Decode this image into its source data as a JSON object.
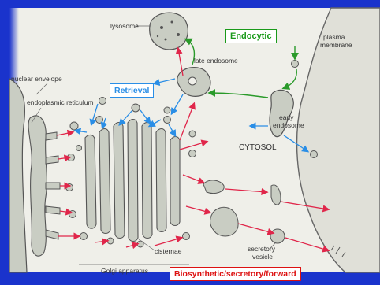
{
  "pathway_tags": {
    "endocytic": "Endocytic",
    "retrieval": "Retrieval",
    "biosynthetic": "Biosynthetic/secretory/forward"
  },
  "labels": {
    "lysosome": "lysosome",
    "late_endosome": "late endosome",
    "plasma_membrane_1": "plasma",
    "plasma_membrane_2": "membrane",
    "nuclear_envelope": "nuclear envelope",
    "endoplasmic_reticulum": "endoplasmic reticulum",
    "early_endosome_1": "early",
    "early_endosome_2": "endosome",
    "cytosol": "CYTOSOL",
    "cisternae": "cisternae",
    "golgi_apparatus": "Golgi apparatus",
    "secretory_vesicle_1": "secretory",
    "secretory_vesicle_2": "vesicle"
  },
  "colors": {
    "background": "#1a33cc",
    "panel": "#efefe9",
    "organelle_fill": "#c9cdc3",
    "organelle_stroke": "#555555",
    "endocytic_arrow": "#2a9a2a",
    "retrieval_arrow": "#2a8ee6",
    "forward_arrow": "#e0264a"
  }
}
